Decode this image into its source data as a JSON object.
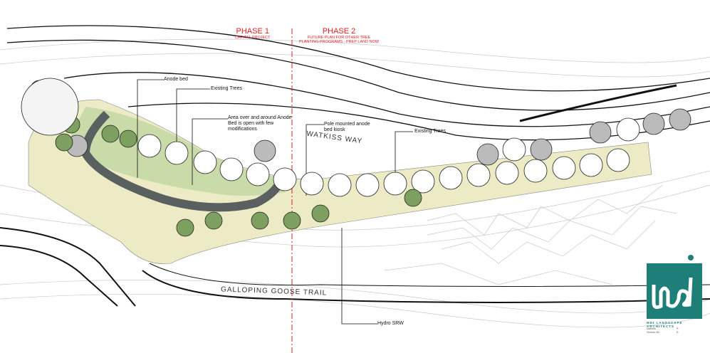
{
  "phases": {
    "phase1": {
      "title": "PHASE 1",
      "subtitle": "CAPITAL PROJECT"
    },
    "phase2": {
      "title": "PHASE 2",
      "subtitle_line1": "FUTURE PLAN FOR OTHER TREE",
      "subtitle_line2": "PLANTING PROGRAMS - PREP LAND NOW"
    }
  },
  "callouts": {
    "anode_bed": "Anode bed",
    "existing_trees_1": "Existing Trees",
    "area_open_line1": "Area over and around Anode",
    "area_open_line2": "Bed is open with few",
    "area_open_line3": "modifications",
    "kiosk_line1": "Pole mounted anode",
    "kiosk_line2": "bed kiosk",
    "existing_trees_2": "Existing Trees",
    "hydro": "Hydro SRW"
  },
  "roads": {
    "watkiss": "WATKISS WAY",
    "galloping": "GALLOPING GOOSE TRAIL"
  },
  "firm": {
    "name": "MDI LANDSCAPE ARCHITECTS",
    "logo_text": "mdi",
    "address_line1": "Address",
    "address_line2": "Victoria, BC",
    "contact_line1": "P:",
    "contact_line2": "E:"
  },
  "colors": {
    "phase": "#e02020",
    "brand": "#1e7f78",
    "grass": "#c9dba8",
    "path": "#5a5f5f"
  }
}
